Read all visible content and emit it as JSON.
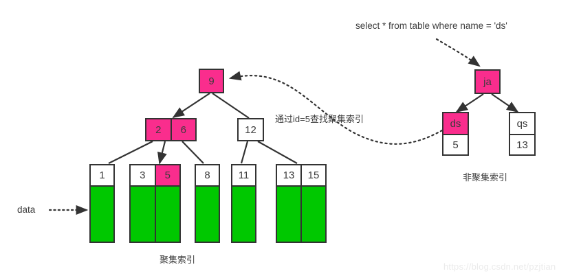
{
  "diagram": {
    "title_note": "InnoDB clustered vs secondary index lookup diagram",
    "colors": {
      "pink": "#fa2d8d",
      "green": "#00c800",
      "stroke": "#333333",
      "text": "#3c3c3c",
      "watermark": "#ebebeb",
      "background": "#ffffff"
    },
    "clustered_tree": {
      "root": {
        "keys": [
          "9"
        ],
        "highlight": [
          true
        ]
      },
      "internal": [
        {
          "id": "node-2-6",
          "keys": [
            "2",
            "6"
          ],
          "highlight": [
            true,
            true
          ]
        },
        {
          "id": "node-12",
          "keys": [
            "12"
          ],
          "highlight": [
            false
          ]
        }
      ],
      "leaves": [
        {
          "id": "leaf-1",
          "keys": [
            "1"
          ],
          "highlight": [
            false
          ]
        },
        {
          "id": "leaf-3-5",
          "keys": [
            "3",
            "5"
          ],
          "highlight": [
            false,
            true
          ]
        },
        {
          "id": "leaf-8",
          "keys": [
            "8"
          ],
          "highlight": [
            false
          ]
        },
        {
          "id": "leaf-11",
          "keys": [
            "11"
          ],
          "highlight": [
            false
          ]
        },
        {
          "id": "leaf-13-15",
          "keys": [
            "13",
            "15"
          ],
          "highlight": [
            false,
            false
          ]
        }
      ],
      "caption": "聚集索引",
      "data_label": "data"
    },
    "secondary_tree": {
      "root": {
        "key": "ja",
        "highlight": true
      },
      "children": [
        {
          "id": "sec-ds",
          "key": "ds",
          "value": "5",
          "highlight": true
        },
        {
          "id": "sec-qs",
          "key": "qs",
          "value": "13",
          "highlight": false
        }
      ],
      "caption": "非聚集索引"
    },
    "annotations": {
      "sql": "select * from table where name = 'ds'",
      "lookup_note": "通过id=5查找聚集索引"
    },
    "watermark": "https://blog.csdn.net/pzjtian"
  }
}
